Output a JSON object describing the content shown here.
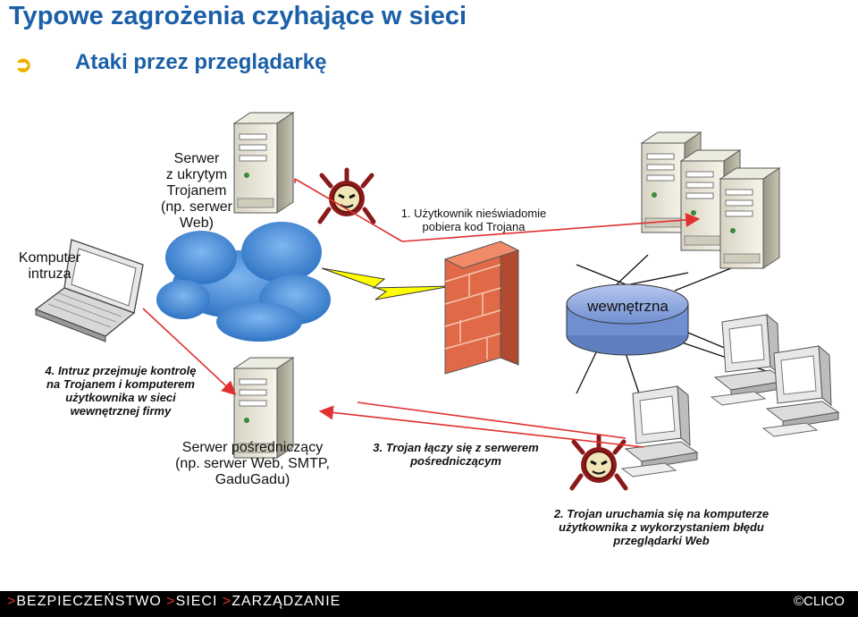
{
  "slide": {
    "title": "Typowe zagrożenia czyhające w sieci",
    "subtitle": "Ataki przez przeglądarkę"
  },
  "labels": {
    "server_trojan": [
      "Serwer",
      "z ukrytym Trojanem",
      "(np. serwer Web)"
    ],
    "intruder": [
      "Komputer",
      "intruza"
    ],
    "internal_network": "wewnętrzna",
    "proxy_server": [
      "Serwer pośredniczący",
      "(np. serwer Web, SMTP,",
      "GaduGadu)"
    ]
  },
  "steps": {
    "step1": [
      "1. Użytkownik nieświadomie",
      "pobiera kod Trojana"
    ],
    "step2": [
      "2. Trojan uruchamia się na komputerze",
      "użytkownika z wykorzystaniem błędu",
      "przeglądarki Web"
    ],
    "step3": [
      "3. Trojan łączy się z serwerem",
      "pośredniczącym"
    ],
    "step4": [
      "4. Intruz przejmuje kontrolę",
      "na Trojanem i komputerem",
      "użytkownika w sieci",
      "wewnętrznej firmy"
    ]
  },
  "footer": {
    "prefix1": ">",
    "item1": "BEZPIECZEŃSTWO",
    "prefix2": ">",
    "item2": "SIECI",
    "prefix3": ">",
    "item3": "ZARZĄDZANIE",
    "logo": "©CLICO"
  },
  "colors": {
    "title": "#1a5fa8",
    "arrow": "#e03030",
    "cloud": "#4a8fd6",
    "firewall": "#e06040",
    "network": "#7f9fd8"
  },
  "icons": [
    "arrow-bullet-icon",
    "server-icon",
    "laptop-icon",
    "cloud-icon",
    "trojan-icon",
    "firewall-icon",
    "lightning-icon",
    "network-disc-icon",
    "workstation-icon"
  ]
}
